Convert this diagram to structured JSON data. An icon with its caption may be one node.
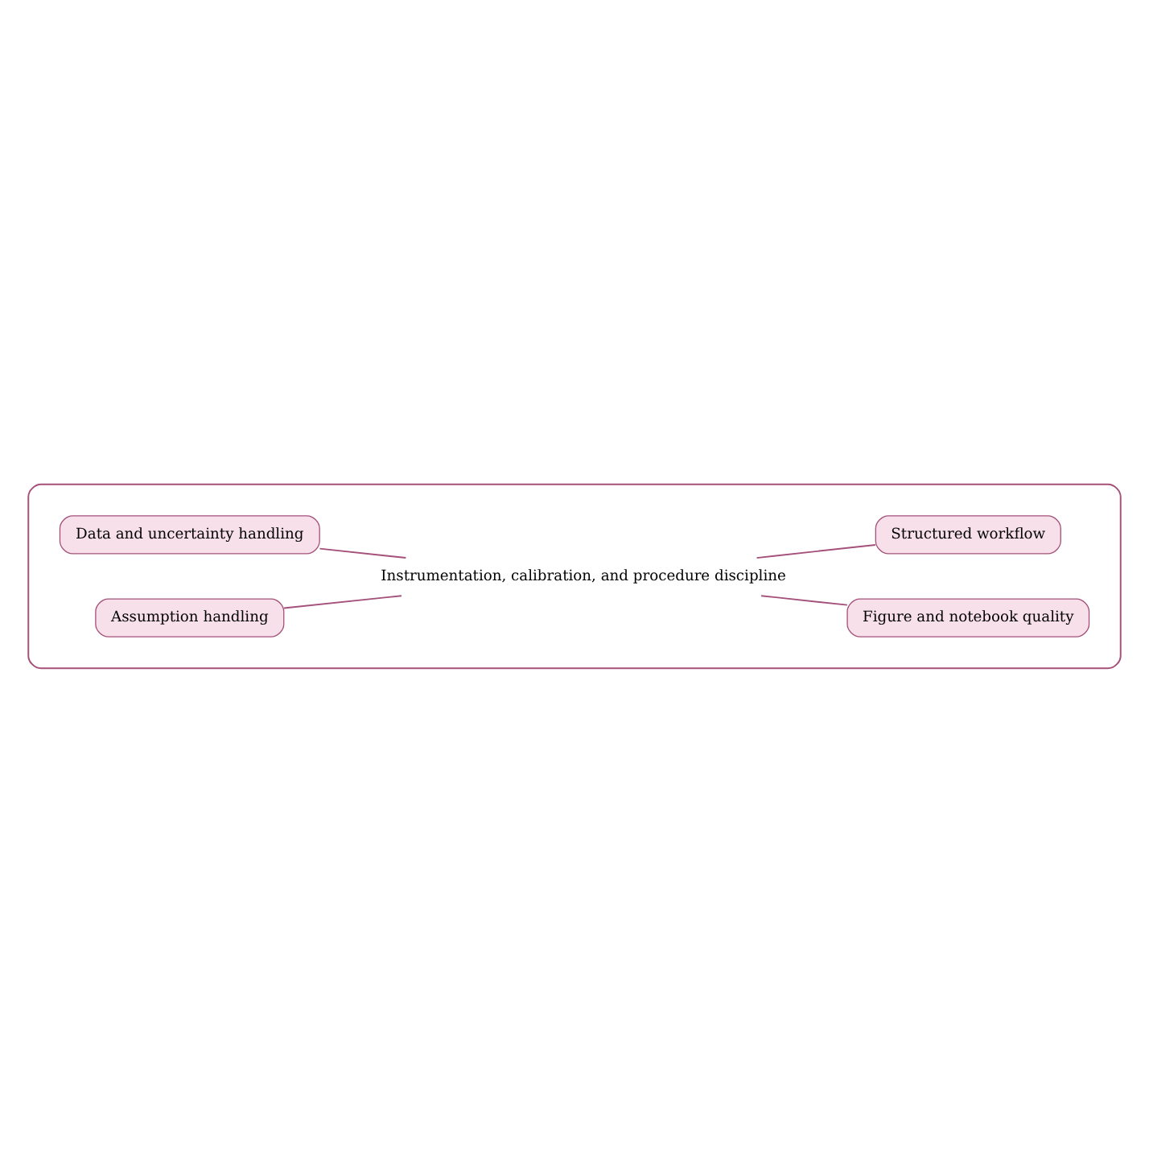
{
  "diagram": {
    "nodes": [
      {
        "text": [
          "Instrumentation, calibration, and procedure discipline"
        ]
      },
      {
        "text": [
          "Data and uncertainty handling"
        ],
        "in": 0
      },
      {
        "text": [
          "Figure and notebook quality"
        ],
        "in": 0
      },
      {
        "text": [
          "Assumption handling"
        ],
        "in": 0
      },
      {
        "text": [
          "Structured workflow"
        ],
        "in": 0
      }
    ],
    "edges": [
      {
        "from": 0,
        "to": 1,
        "arrow": "none"
      },
      {
        "from": 0,
        "to": 2,
        "arrow": "none"
      },
      {
        "from": 0,
        "to": 3,
        "arrow": "none"
      },
      {
        "from": 0,
        "to": 4,
        "arrow": "none"
      }
    ]
  }
}
